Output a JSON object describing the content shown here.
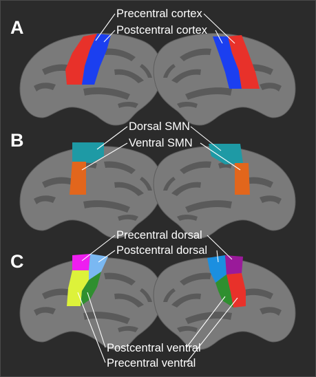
{
  "panels": [
    {
      "letter": "A",
      "labels": [
        "Precentral cortex",
        "Postcentral cortex"
      ],
      "regions": [
        {
          "name": "Precentral cortex",
          "color": "#e8312a"
        },
        {
          "name": "Postcentral cortex",
          "color": "#1b3ff0"
        }
      ]
    },
    {
      "letter": "B",
      "labels": [
        "Dorsal SMN",
        "Ventral SMN"
      ],
      "regions": [
        {
          "name": "Dorsal SMN",
          "color": "#1e9aa5"
        },
        {
          "name": "Ventral SMN",
          "color": "#e2661c"
        }
      ]
    },
    {
      "letter": "C",
      "labels": [
        "Precentral dorsal",
        "Postcentral dorsal",
        "Postcentral ventral",
        "Precentral ventral"
      ],
      "regions": [
        {
          "name": "Precentral dorsal",
          "color": "#ee1ef0"
        },
        {
          "name": "Postcentral dorsal",
          "color": "#7ab8f2"
        },
        {
          "name": "Postcentral ventral",
          "color": "#2f8f2f"
        },
        {
          "name": "Precentral ventral",
          "color": "#ddf23a"
        }
      ]
    }
  ],
  "colors": {
    "background": "#2b2b2b",
    "brain_gyrus": "#7a7a7a",
    "brain_sulcus": "#5a5a5a",
    "text": "#ffffff"
  }
}
